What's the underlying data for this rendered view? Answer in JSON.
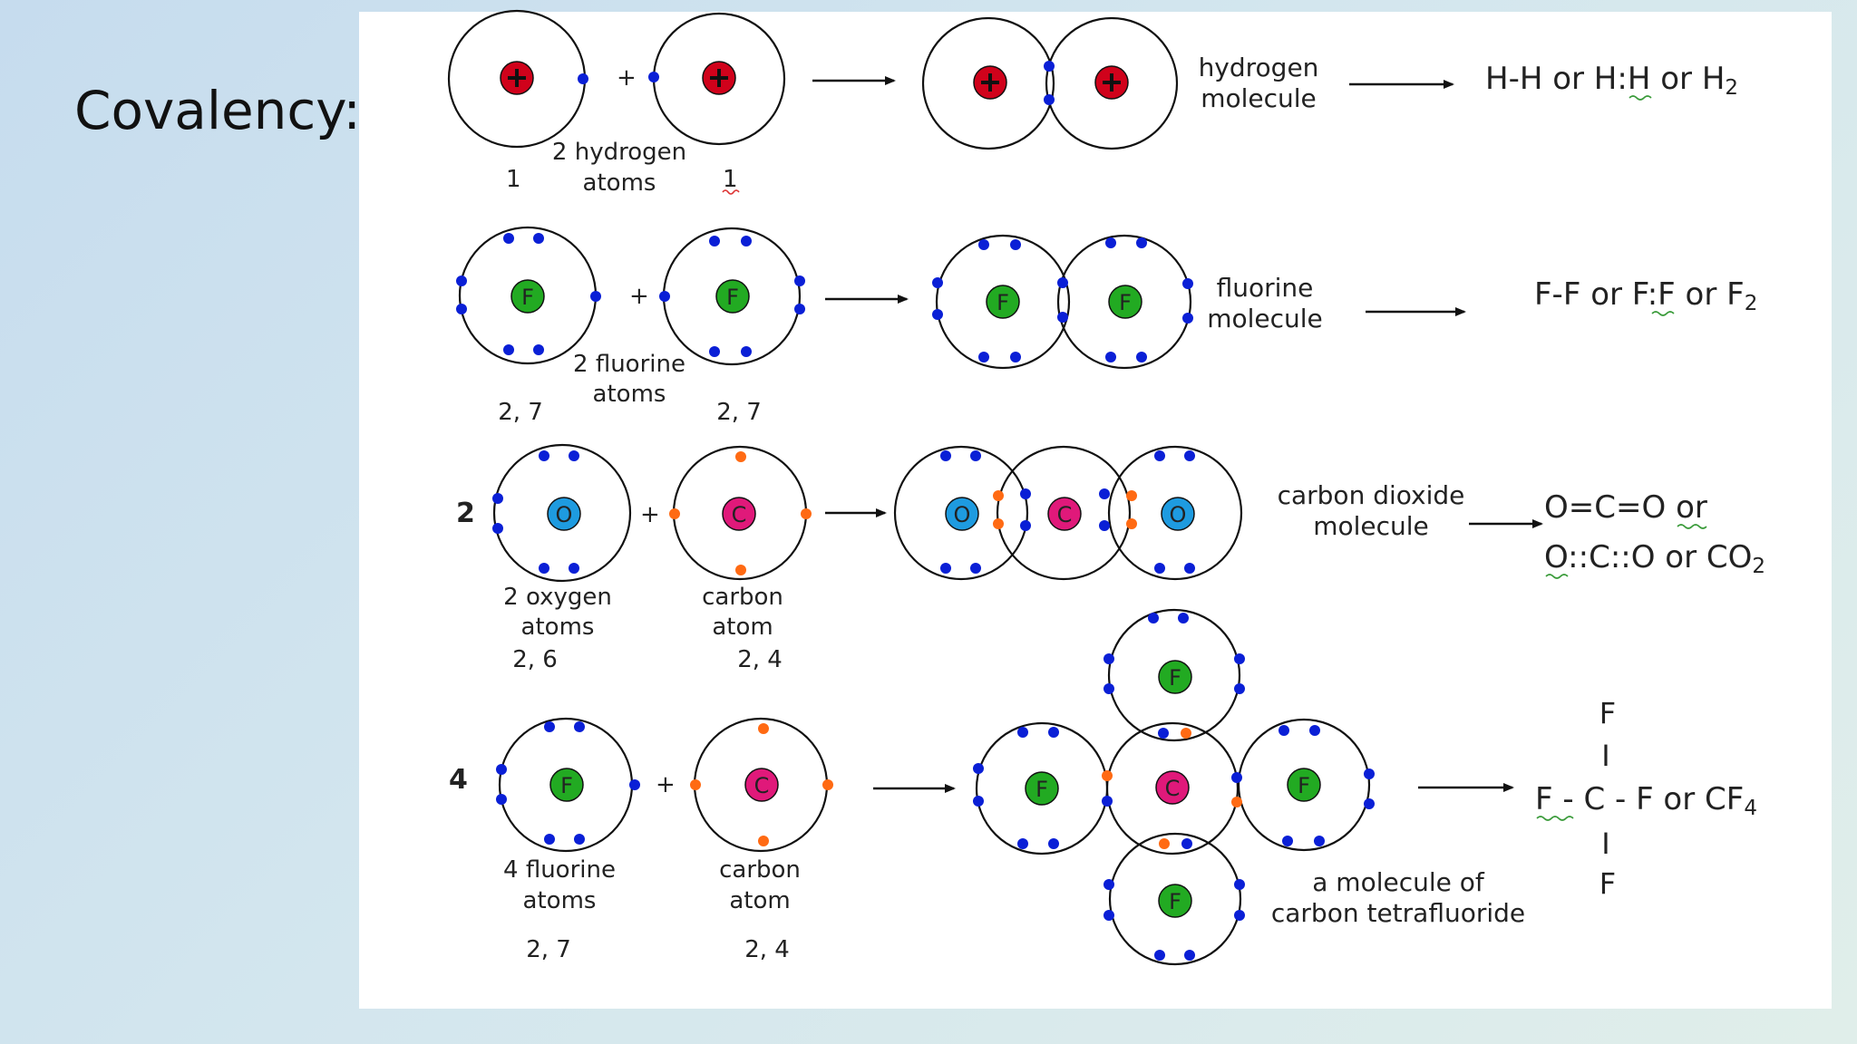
{
  "slide": {
    "title": "Covalency:"
  },
  "colors": {
    "hydrogen": "#d0021b",
    "fluorine": "#22aa22",
    "oxygen": "#1e9be0",
    "carbon": "#e0197a",
    "electron": "#0a1fd6",
    "carbon_electron": "#ff6a13"
  },
  "rows": {
    "hydrogen": {
      "plus": "+",
      "label_line1": "2 hydrogen",
      "label_line2": "atoms",
      "left_config": "1",
      "right_config": "1",
      "molecule_line1": "hydrogen",
      "molecule_line2": "molecule",
      "formula_a": "H-H or H",
      "formula_b": "H",
      "formula_c": " or H",
      "formula_sub": "2"
    },
    "fluorine": {
      "atom_symbol": "F",
      "plus": "+",
      "label_line1": "2 fluorine",
      "label_line2": "atoms",
      "left_config": "2, 7",
      "right_config": "2, 7",
      "molecule_line1": "fluorine",
      "molecule_line2": "molecule",
      "formula_a": "F-F or F",
      "formula_b": "F",
      "formula_c": " or F",
      "formula_sub": "2"
    },
    "co2": {
      "coefficient": "2",
      "oxygen_symbol": "O",
      "carbon_symbol": "C",
      "plus": "+",
      "oxygen_label_line1": "2 oxygen",
      "oxygen_label_line2": "atoms",
      "oxygen_config": "2, 6",
      "carbon_label_line1": "carbon",
      "carbon_label_line2": "atom",
      "carbon_config": "2, 4",
      "molecule_line1": "carbon dioxide",
      "molecule_line2": "molecule",
      "formula_line1_a": "O=C=O ",
      "formula_line1_b": "or",
      "formula_line2_a": "O",
      "formula_line2_b": "::C::O or CO",
      "formula_sub": "2"
    },
    "cf4": {
      "coefficient": "4",
      "fluorine_symbol": "F",
      "carbon_symbol": "C",
      "plus": "+",
      "fluorine_label_line1": "4 fluorine",
      "fluorine_label_line2": "atoms",
      "fluorine_config": "2, 7",
      "carbon_label_line1": "carbon",
      "carbon_label_line2": "atom",
      "carbon_config": "2, 4",
      "molecule_line1": "a molecule of",
      "molecule_line2": "carbon tetrafluoride",
      "struct_top": "F",
      "struct_bar_top": "I",
      "struct_left": "F",
      "struct_middle": " - C - F or CF",
      "struct_sub": "4",
      "struct_bar_bottom": "I",
      "struct_bottom": "F"
    }
  }
}
